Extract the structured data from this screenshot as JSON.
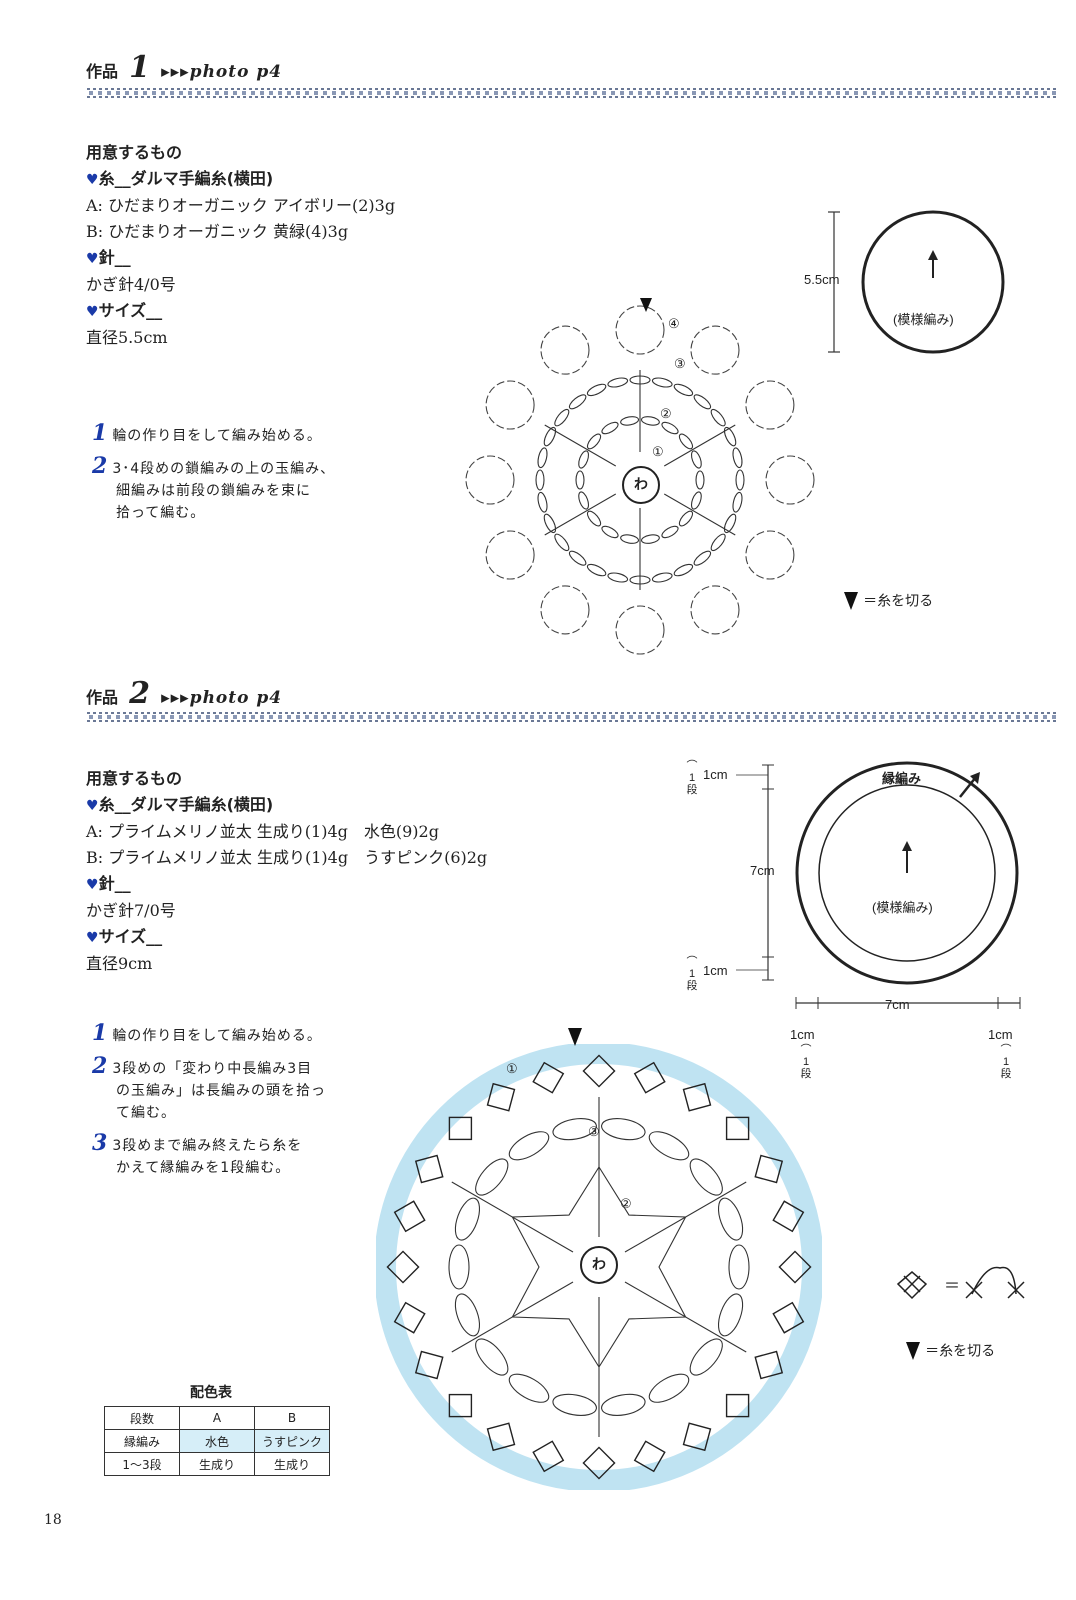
{
  "work1": {
    "label": "作品",
    "number": "1",
    "photo": "▸▸▸photo p4",
    "materials": {
      "heading": "用意するもの",
      "yarn_label": "糸__ダルマ手編糸(横田)",
      "yarn_a": "A: ひだまりオーガニック アイボリー(2)3g",
      "yarn_b": "B: ひだまりオーガニック 黄緑(4)3g",
      "needle_label": "針__",
      "needle": "かぎ針4/0号",
      "size_label": "サイズ__",
      "size": "直径5.5cm"
    },
    "steps": [
      {
        "n": "1",
        "text": "輪の作り目をして編み始める。"
      },
      {
        "n": "2",
        "line1": "3･4段めの鎖編みの上の玉編み、",
        "line2": "細編みは前段の鎖編みを束に",
        "line3": "拾って編む。"
      }
    ],
    "dim": "5.5cm",
    "pattern_label": "(模様編み)",
    "cut_legend": "＝糸を切る",
    "ring": "わ",
    "rounds": [
      "①",
      "②",
      "③",
      "④"
    ]
  },
  "work2": {
    "label": "作品",
    "number": "2",
    "photo": "▸▸▸photo p4",
    "materials": {
      "heading": "用意するもの",
      "yarn_label": "糸__ダルマ手編糸(横田)",
      "yarn_a": "A: プライムメリノ並太 生成り(1)4g　水色(9)2g",
      "yarn_b": "B: プライムメリノ並太 生成り(1)4g　うすピンク(6)2g",
      "needle_label": "針__",
      "needle": "かぎ針7/0号",
      "size_label": "サイズ__",
      "size": "直径9cm"
    },
    "steps": [
      {
        "n": "1",
        "text": "輪の作り目をして編み始める。"
      },
      {
        "n": "2",
        "line1": "3段めの「変わり中長編み3目",
        "line2": "の玉編み」は長編みの頭を拾っ",
        "line3": "て編む。"
      },
      {
        "n": "3",
        "line1": "3段めまで編み終えたら糸を",
        "line2": "かえて縁編みを1段編む。"
      }
    ],
    "edge_label": "縁編み",
    "pattern_label": "(模様編み)",
    "dim_7cm": "7cm",
    "dim_1cm": "1cm",
    "dan": "段",
    "one": "1",
    "cut_legend": "＝糸を切る",
    "equals": "＝",
    "ring": "わ",
    "rounds": [
      "①",
      "②",
      "③"
    ],
    "color_table": {
      "title": "配色表",
      "headers": [
        "段数",
        "A",
        "B"
      ],
      "rows": [
        [
          "縁編み",
          "水色",
          "うすピンク"
        ],
        [
          "1〜3段",
          "生成り",
          "生成り"
        ]
      ]
    }
  },
  "page_number": "18"
}
